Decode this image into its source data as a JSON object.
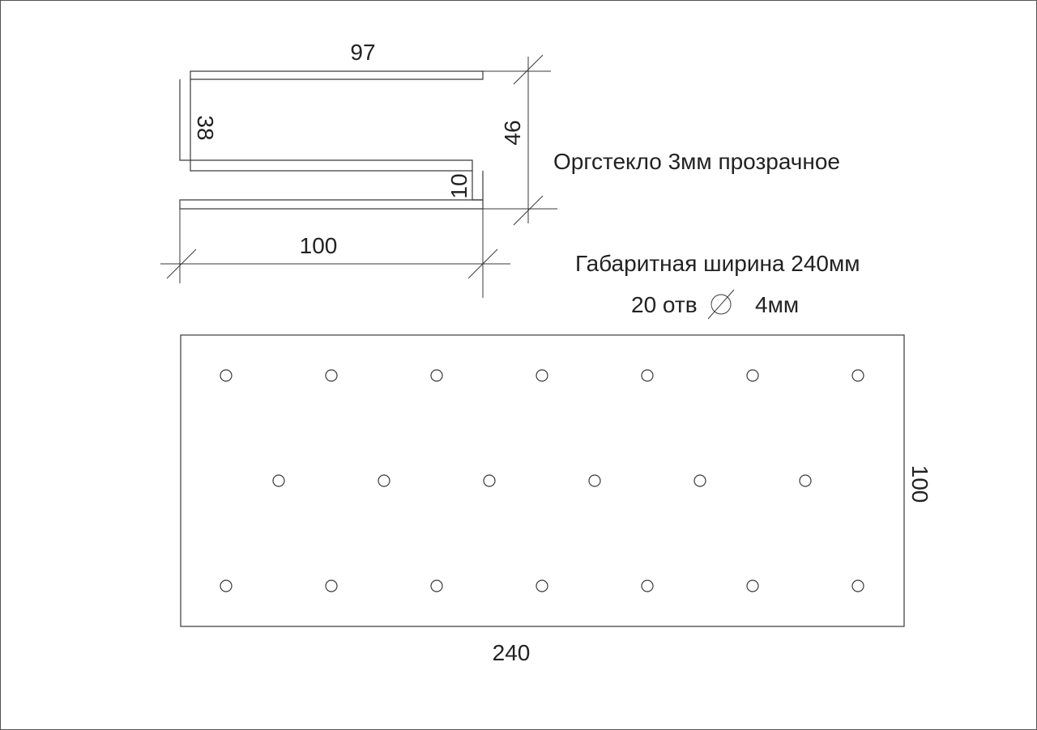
{
  "profile": {
    "dim_top": "97",
    "dim_inner_height": "38",
    "dim_total_height": "46",
    "dim_lip": "10",
    "dim_bottom": "100"
  },
  "notes": {
    "material": "Оргстекло 3мм прозрачное",
    "overall_width": "Габаритная ширина 240мм",
    "holes_count": "20 отв",
    "holes_diameter": "4мм"
  },
  "plate": {
    "dim_width": "240",
    "dim_height": "100",
    "hole_rows": [
      7,
      6,
      7
    ]
  },
  "colors": {
    "line": "#3a3a3a",
    "text": "#222222",
    "frame": "#555555"
  }
}
